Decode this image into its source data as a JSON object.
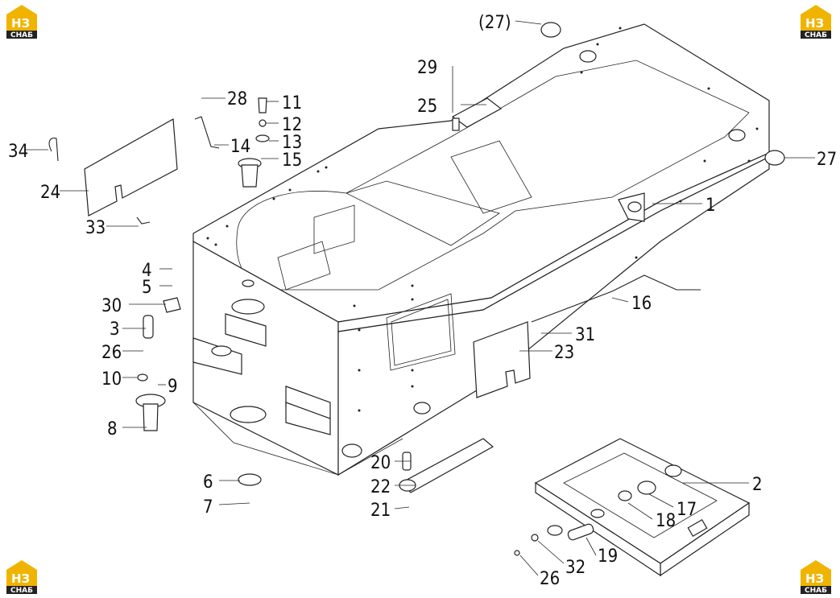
{
  "logos": {
    "mark": "НЗ",
    "sub": "СНАБ"
  },
  "labels": {
    "l1": "1",
    "l2": "2",
    "l3": "3",
    "l4": "4",
    "l5": "5",
    "l6": "6",
    "l7": "7",
    "l8": "8",
    "l9": "9",
    "l10": "10",
    "l11": "11",
    "l12": "12",
    "l13": "13",
    "l14": "14",
    "l15": "15",
    "l16": "16",
    "l17": "17",
    "l18": "18",
    "l19": "19",
    "l20": "20",
    "l21": "21",
    "l22": "22",
    "l23": "23",
    "l24": "24",
    "l25": "25",
    "l26a": "26",
    "l26b": "26",
    "l27a": "(27)",
    "l27b": "27",
    "l28": "28",
    "l29": "29",
    "l30": "30",
    "l31": "31",
    "l32": "32",
    "l33": "33",
    "l34": "34"
  }
}
